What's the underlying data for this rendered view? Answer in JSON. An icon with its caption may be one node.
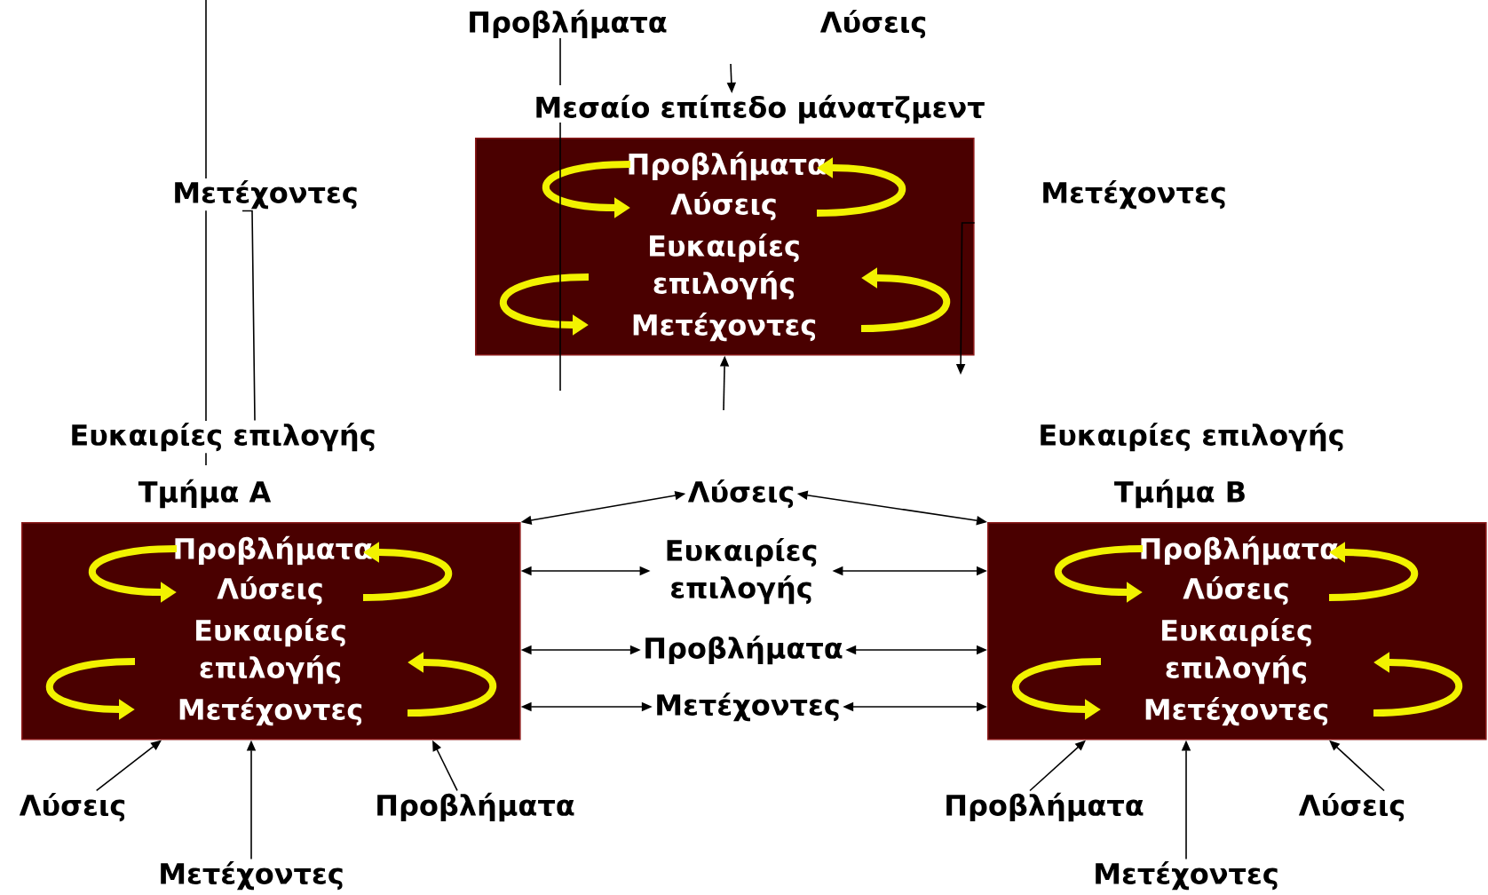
{
  "diagram": {
    "nodes": [
      {
        "text": [
          "Μεσαίο επίπεδο μάνατζμεντ",
          "Προβλήματα",
          "Λύσεις",
          "Ευκαιρίες επιλογής",
          "Μετέχοντες"
        ]
      },
      {
        "text": [
          "Μετέχοντες"
        ]
      },
      {
        "text": [
          "Ευκαιρίες επιλογής"
        ]
      },
      {
        "text": [
          "Τμήμα A",
          "Προβλήματα",
          "Λύσεις",
          "Ευκαιρίες επιλογής",
          "Μετέχοντες"
        ]
      },
      {
        "text": [
          "Λύσεις"
        ]
      },
      {
        "text": [
          "Τμήμα B",
          "Προβλήματα",
          "Λύσεις",
          "Ευκαιρίες επιλογής",
          "Μετέχοντες"
        ]
      },
      {
        "text": [
          "Ευκαιρίες επιλογής"
        ]
      },
      {
        "text": [
          "Προβλήματα"
        ]
      },
      {
        "text": [
          "Μετέχοντες"
        ]
      },
      {
        "text": [
          "Λύσεις"
        ]
      },
      {
        "text": [
          "Προβλήματα"
        ]
      },
      {
        "text": [
          "Προβλήματα"
        ]
      },
      {
        "text": [
          "Λύσεις"
        ]
      },
      {
        "text": [
          "Μετέχοντες"
        ]
      },
      {
        "text": [
          "Μετέχοντες"
        ]
      }
    ],
    "edges": [
      {
        "from": null,
        "to": 0,
        "arrow": "to"
      },
      {
        "from": 1,
        "to": 2,
        "arrow": "none"
      },
      {
        "from": 0,
        "to": null,
        "arrow": "to"
      },
      {
        "from": null,
        "to": 0,
        "arrow": "to"
      },
      {
        "from": 3,
        "to": 4,
        "arrow": "both"
      },
      {
        "from": 4,
        "to": 5,
        "arrow": "both"
      },
      {
        "from": 3,
        "to": 6,
        "arrow": "both"
      },
      {
        "from": 6,
        "to": 5,
        "arrow": "both"
      },
      {
        "from": 3,
        "to": 7,
        "arrow": "both"
      },
      {
        "from": 7,
        "to": 5,
        "arrow": "both"
      },
      {
        "from": 3,
        "to": 8,
        "arrow": "both"
      },
      {
        "from": 8,
        "to": 5,
        "arrow": "both"
      },
      {
        "from": 9,
        "to": 3,
        "arrow": "to"
      },
      {
        "from": 13,
        "to": 3,
        "arrow": "to"
      },
      {
        "from": 10,
        "to": 3,
        "arrow": "to"
      },
      {
        "from": 11,
        "to": 5,
        "arrow": "to"
      },
      {
        "from": 14,
        "to": 5,
        "arrow": "to"
      },
      {
        "from": 12,
        "to": 5,
        "arrow": "to"
      }
    ],
    "labels": [
      "Προβλήματα",
      "Λύσεις",
      "Μετέχοντες",
      "Ευκαιρίες επιλογής"
    ]
  }
}
